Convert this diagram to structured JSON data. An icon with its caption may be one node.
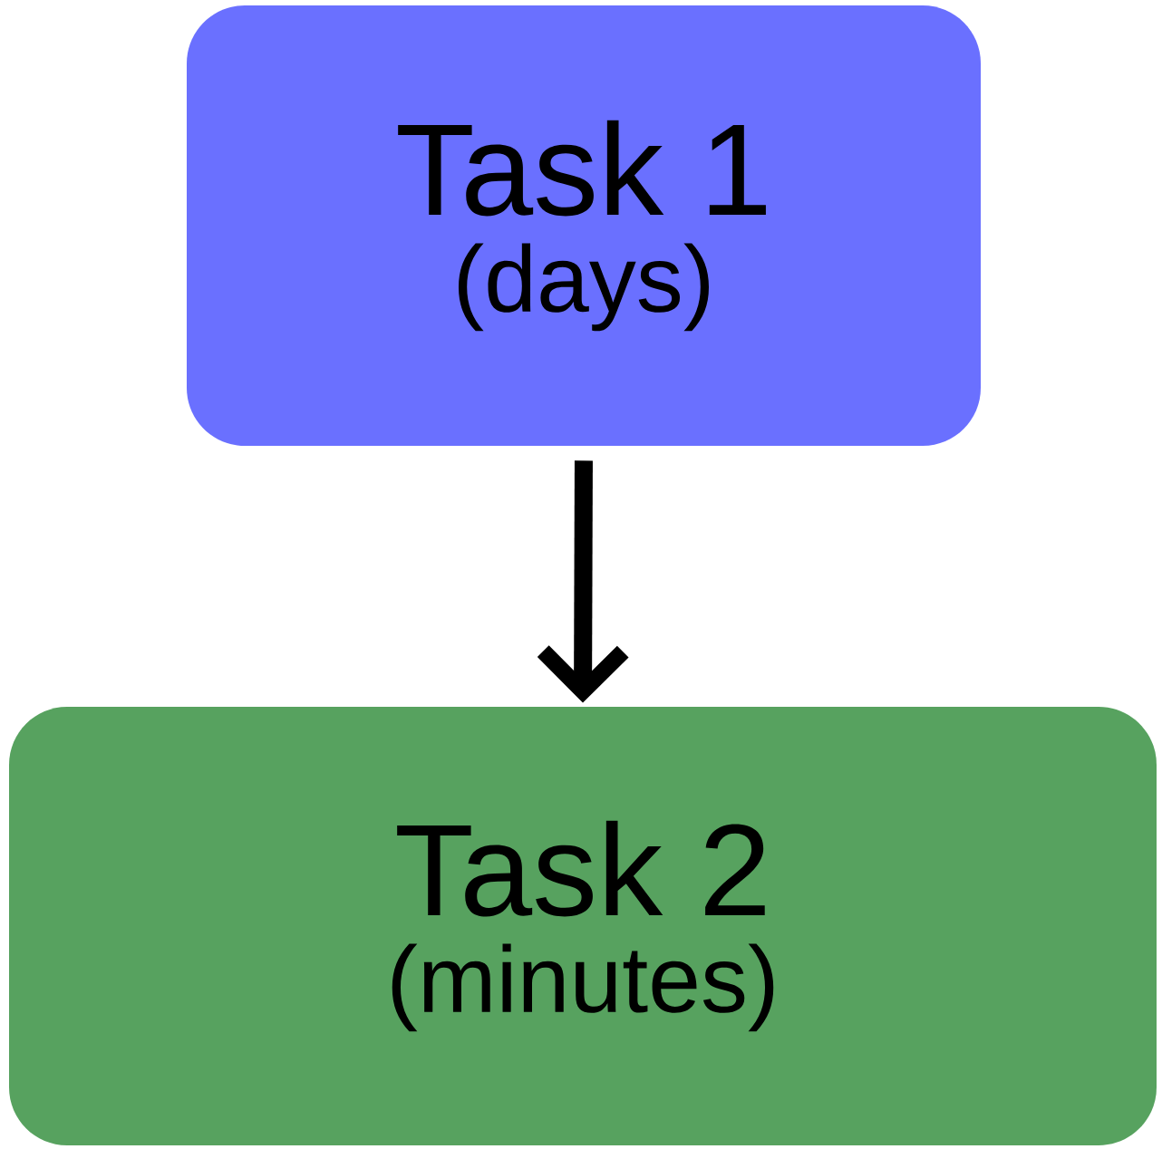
{
  "diagram": {
    "nodes": [
      {
        "text": [
          "Task 1",
          "(days)"
        ]
      },
      {
        "text": [
          "Task 2",
          "(minutes)"
        ]
      }
    ],
    "edges": [
      {
        "from": 0,
        "to": 1,
        "arrow": "to"
      }
    ]
  }
}
